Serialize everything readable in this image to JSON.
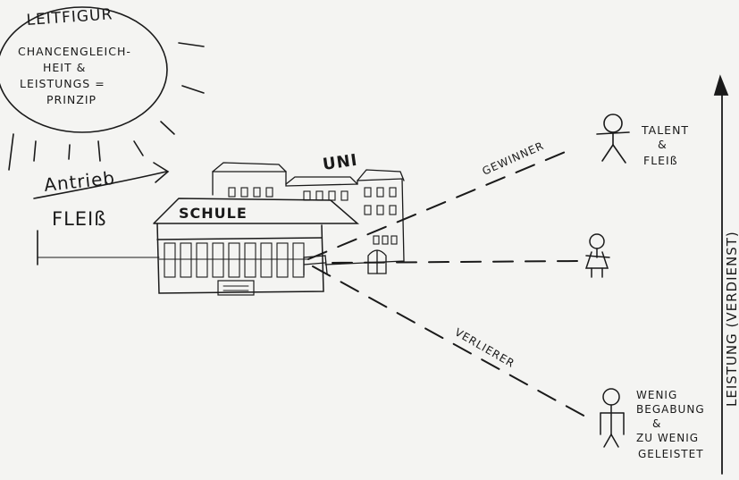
{
  "sun": {
    "title": "LEITFIGUR",
    "lines": [
      "CHANCENGLEICH-",
      "HEIT &",
      "LEISTUNGS =",
      "PRINZIP"
    ]
  },
  "drive": {
    "label": "Antrieb",
    "effort": "FLEIß"
  },
  "buildings": {
    "school": "SCHULE",
    "uni": "UNI"
  },
  "paths": {
    "winners": "GEWINNER",
    "losers": "VERLIERER"
  },
  "people": {
    "top": [
      "TALENT",
      "&",
      "FLEIß"
    ],
    "bottom": [
      "WENIG",
      "BEGABUNG",
      "&",
      "ZU WENIG",
      "GELEISTET"
    ]
  },
  "axis": {
    "label": "LEISTUNG (VERDIENST)"
  },
  "colors": {
    "ink": "#1a1a1a",
    "paper": "#f4f4f2"
  }
}
